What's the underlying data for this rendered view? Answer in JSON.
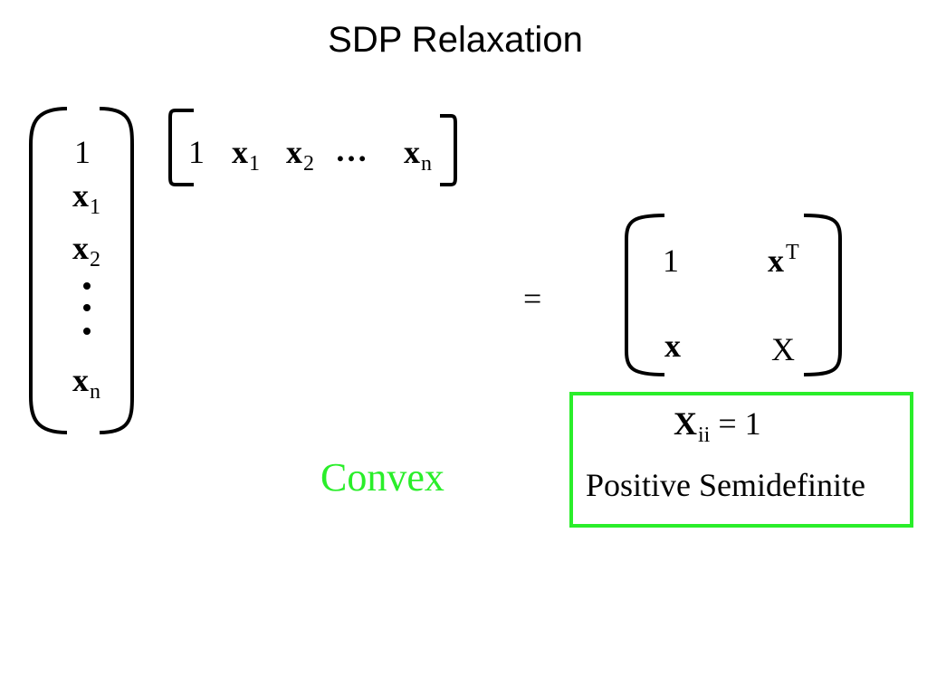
{
  "slide": {
    "title": "SDP Relaxation"
  },
  "column_vector": {
    "entry1": "1",
    "x1_base": "x",
    "x1_sub": "1",
    "x2_base": "x",
    "x2_sub": "2",
    "vdots": "⋮",
    "xn_base": "x",
    "xn_sub": "n"
  },
  "row_vector": {
    "entry1": "1",
    "x1_base": "x",
    "x1_sub": "1",
    "x2_base": "x",
    "x2_sub": "2",
    "dots": "…",
    "xn_base": "x",
    "xn_sub": "n"
  },
  "equals": "=",
  "result_matrix": {
    "a11": "1",
    "a12_base": "x",
    "a12_sup": "T",
    "a21": "x",
    "a22": "X"
  },
  "constraints": {
    "xii_base": "X",
    "xii_sub": "ii",
    "xii_rest": " = 1",
    "psd_label": "Positive Semidefinite"
  },
  "convex_label": "Convex",
  "colors": {
    "accent_green": "#2aee2a",
    "text": "#000000"
  }
}
